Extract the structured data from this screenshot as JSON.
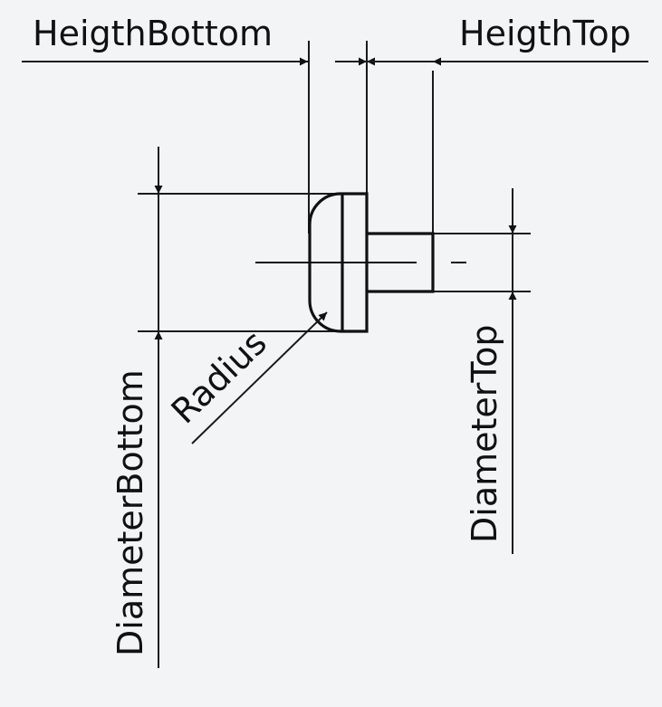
{
  "labels": {
    "heigth_bottom": "HeigthBottom",
    "heigth_top": "HeigthTop",
    "diameter_bottom": "DiameterBottom",
    "diameter_top": "DiameterTop",
    "radius": "Radius"
  },
  "colors": {
    "background": "#f3f4f6",
    "ink": "#111111"
  }
}
